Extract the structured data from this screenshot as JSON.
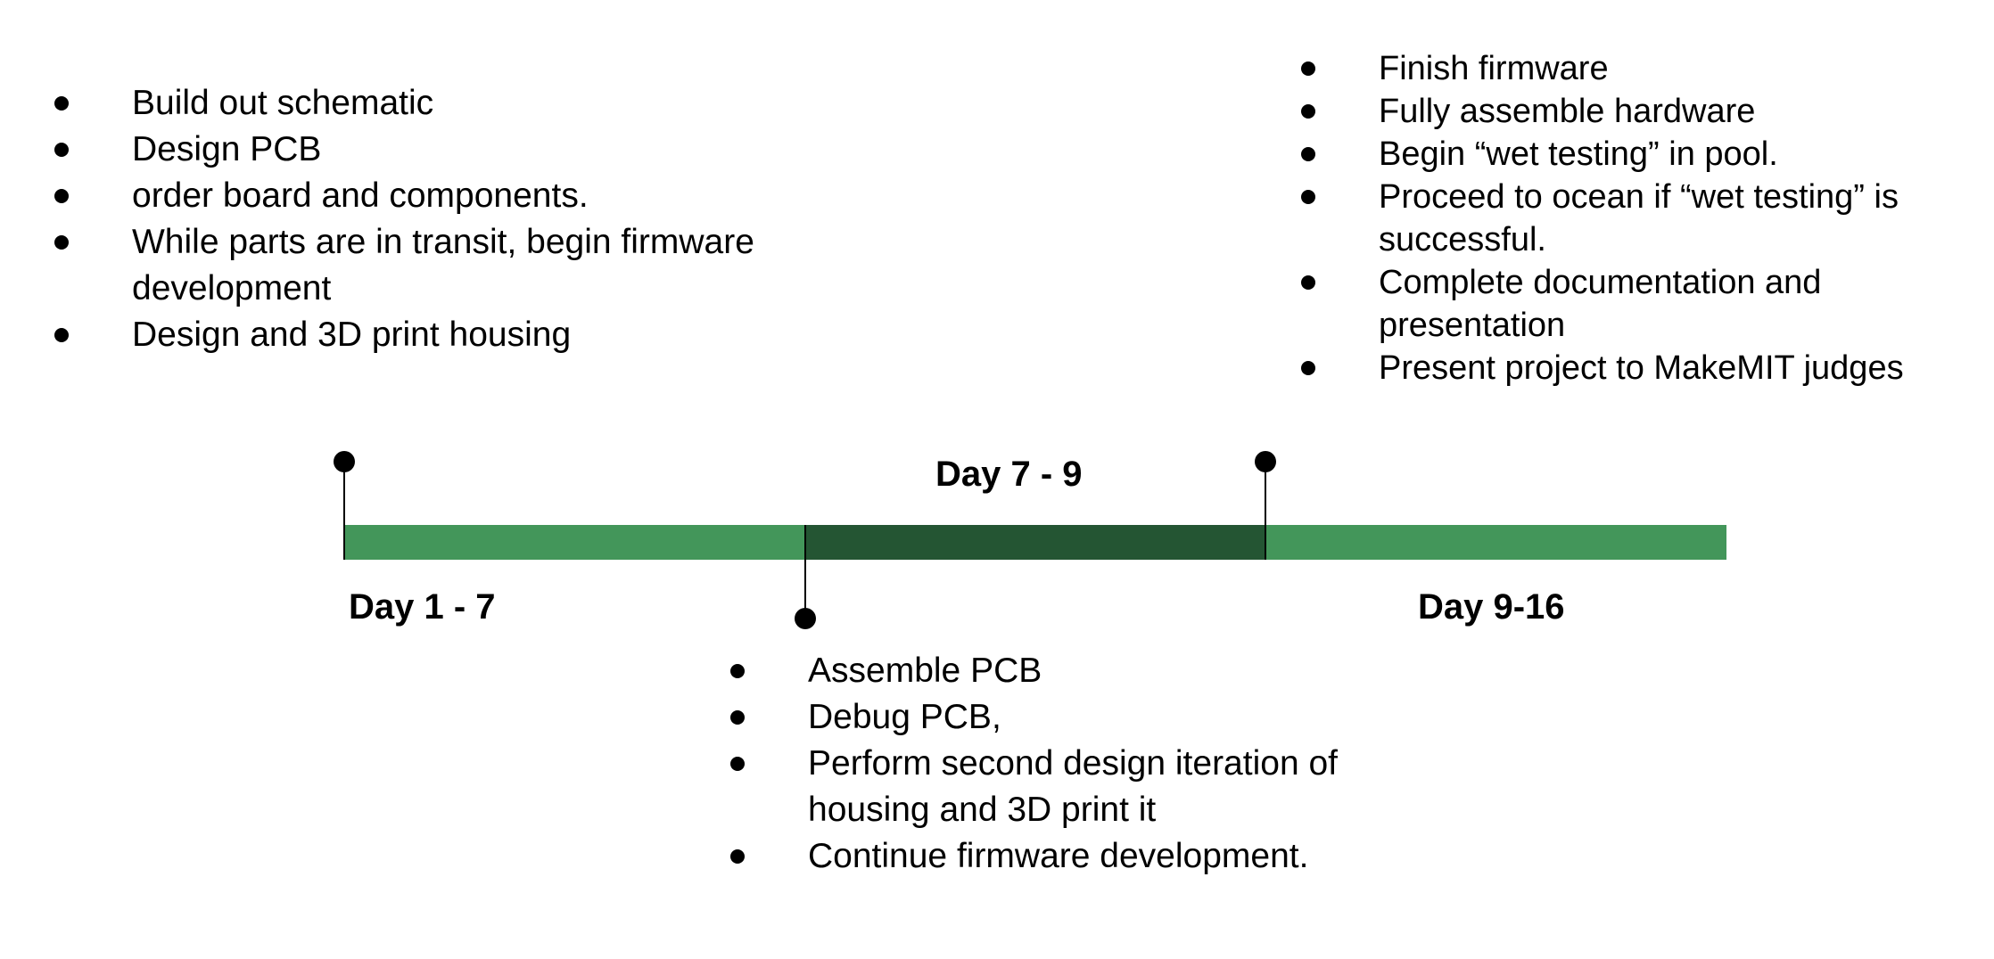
{
  "colors": {
    "bar_light": "#43965A",
    "bar_dark": "#245533",
    "text": "#000000"
  },
  "timeline": {
    "segments": [
      {
        "id": "day-1-7",
        "color": "#43965A"
      },
      {
        "id": "day-7-9",
        "color": "#245533"
      },
      {
        "id": "day-9-16",
        "color": "#43965A"
      }
    ],
    "labels": {
      "phase1": "Day 1 - 7",
      "phase2": "Day 7 - 9",
      "phase3": "Day 9-16"
    }
  },
  "phase1": {
    "items": [
      "Build out schematic",
      "Design PCB",
      "order board and components.",
      "While parts are in transit, begin firmware development",
      "Design and 3D print housing"
    ]
  },
  "phase2": {
    "items": [
      "Assemble PCB",
      "Debug PCB,",
      "Perform second design iteration of housing and 3D print it",
      "Continue firmware development."
    ]
  },
  "phase3": {
    "items": [
      "Finish firmware",
      "Fully assemble hardware",
      "Begin “wet testing” in pool.",
      "Proceed to ocean if “wet testing” is successful.",
      "Complete documentation and presentation",
      "Present project to MakeMIT judges"
    ]
  }
}
